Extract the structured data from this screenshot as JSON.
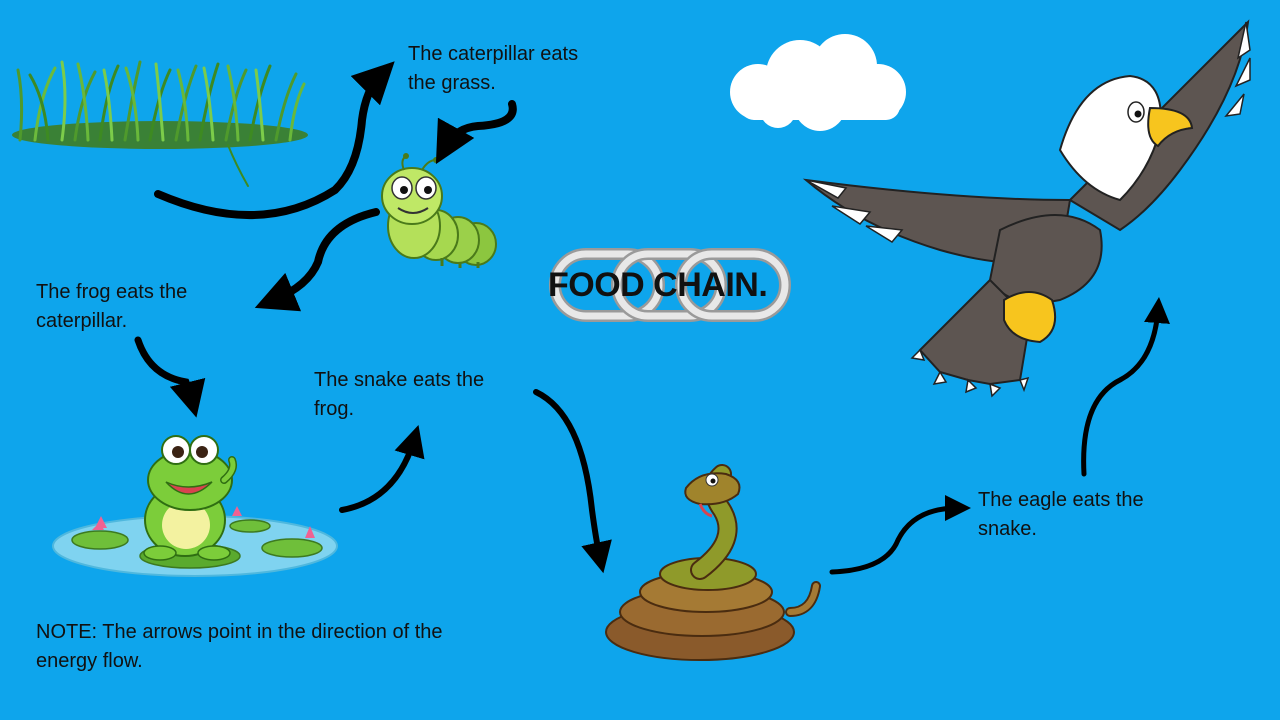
{
  "title": "FOOD CHAIN.",
  "captions": {
    "caterpillar": [
      "The caterpillar eats",
      "the grass."
    ],
    "frog": [
      "The frog eats the",
      "caterpillar."
    ],
    "snake": [
      "The snake eats the",
      "frog."
    ],
    "eagle": [
      "The eagle eats the",
      "snake."
    ],
    "note": [
      "NOTE: The arrows point in the direction of the",
      "energy flow."
    ]
  },
  "organisms": [
    "grass",
    "caterpillar",
    "frog",
    "snake",
    "eagle"
  ],
  "icons": [
    "grass-icon",
    "caterpillar-icon",
    "frog-icon",
    "snake-icon",
    "eagle-icon",
    "cloud-icon",
    "chain-links-icon"
  ],
  "colors": {
    "background": "#0ea5ec",
    "arrow": "#000000",
    "text": "#111111"
  }
}
